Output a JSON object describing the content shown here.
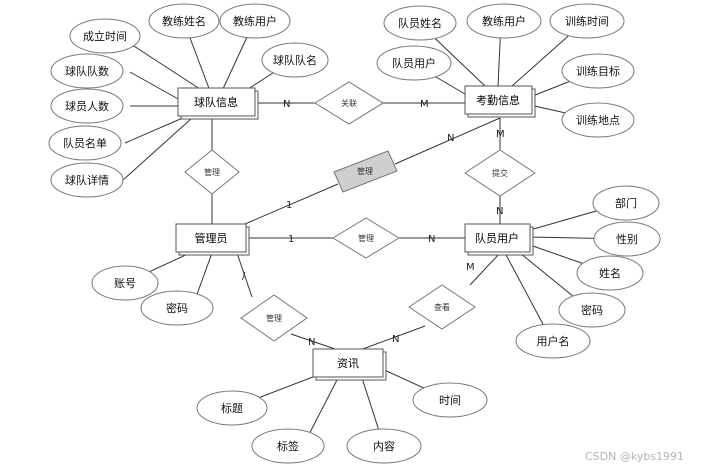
{
  "entities": {
    "team_info": "球队信息",
    "attendance": "考勤信息",
    "admin": "管理员",
    "member_user": "队员用户",
    "news": "资讯"
  },
  "attributes": {
    "team_info": [
      "成立时间",
      "教练姓名",
      "教练用户",
      "球队队名",
      "球队队数",
      "球员人数",
      "队员名单",
      "球队详情"
    ],
    "attendance": [
      "队员姓名",
      "教练用户",
      "训练时间",
      "队员用户",
      "训练目标",
      "训练地点"
    ],
    "member_user": [
      "部门",
      "性别",
      "姓名",
      "密码",
      "用户名"
    ],
    "admin": [
      "账号",
      "密码"
    ],
    "news": [
      "标题",
      "标签",
      "内容",
      "时间"
    ]
  },
  "relationships": {
    "link": "关联",
    "manage_team": "管理",
    "manage_attendance": "管理",
    "manage_member": "管理",
    "submit": "提交",
    "manage_news": "管理",
    "view": "查看"
  },
  "cardinalities": {
    "team_link": "N",
    "attendance_link": "M",
    "admin_attendance_1": "1",
    "admin_attendance_n": "N",
    "attendance_submit": "M",
    "member_submit": "N",
    "admin_member_1": "1",
    "admin_member_n": "N",
    "admin_news": "/",
    "news_admin": "N",
    "news_member": "N",
    "member_news": "M"
  },
  "watermark": "CSDN @kybs1991"
}
